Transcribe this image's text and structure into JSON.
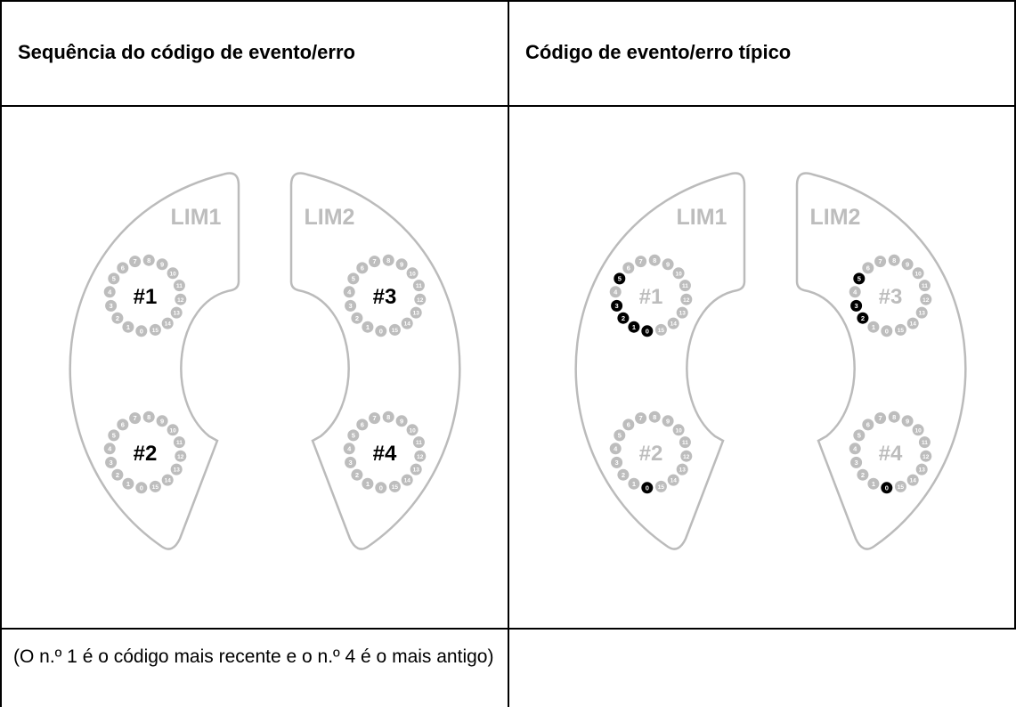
{
  "table": {
    "header_left": "Sequência do código de evento/erro",
    "header_right": "Código de evento/erro típico",
    "note": "(O n.º 1 é o código mais recente e o n.º 4 é o mais antigo)"
  },
  "diagram": {
    "limb_labels": [
      "LIM1",
      "LIM2"
    ],
    "dial_labels": [
      "#1",
      "#2",
      "#3",
      "#4"
    ],
    "led_numbers": [
      "0",
      "1",
      "2",
      "3",
      "4",
      "5",
      "6",
      "7",
      "8",
      "9",
      "10",
      "11",
      "12",
      "13",
      "14",
      "15"
    ],
    "colors": {
      "outline": "#bbbbbb",
      "led_off": "#bdbdbd",
      "led_on": "#000000",
      "label_dim": "#bdbdbd"
    },
    "active_leds": {
      "#1": [
        "0",
        "1",
        "2",
        "3",
        "5"
      ],
      "#2": [
        "0"
      ],
      "#3": [
        "2",
        "3",
        "5"
      ],
      "#4": [
        "0"
      ]
    }
  }
}
